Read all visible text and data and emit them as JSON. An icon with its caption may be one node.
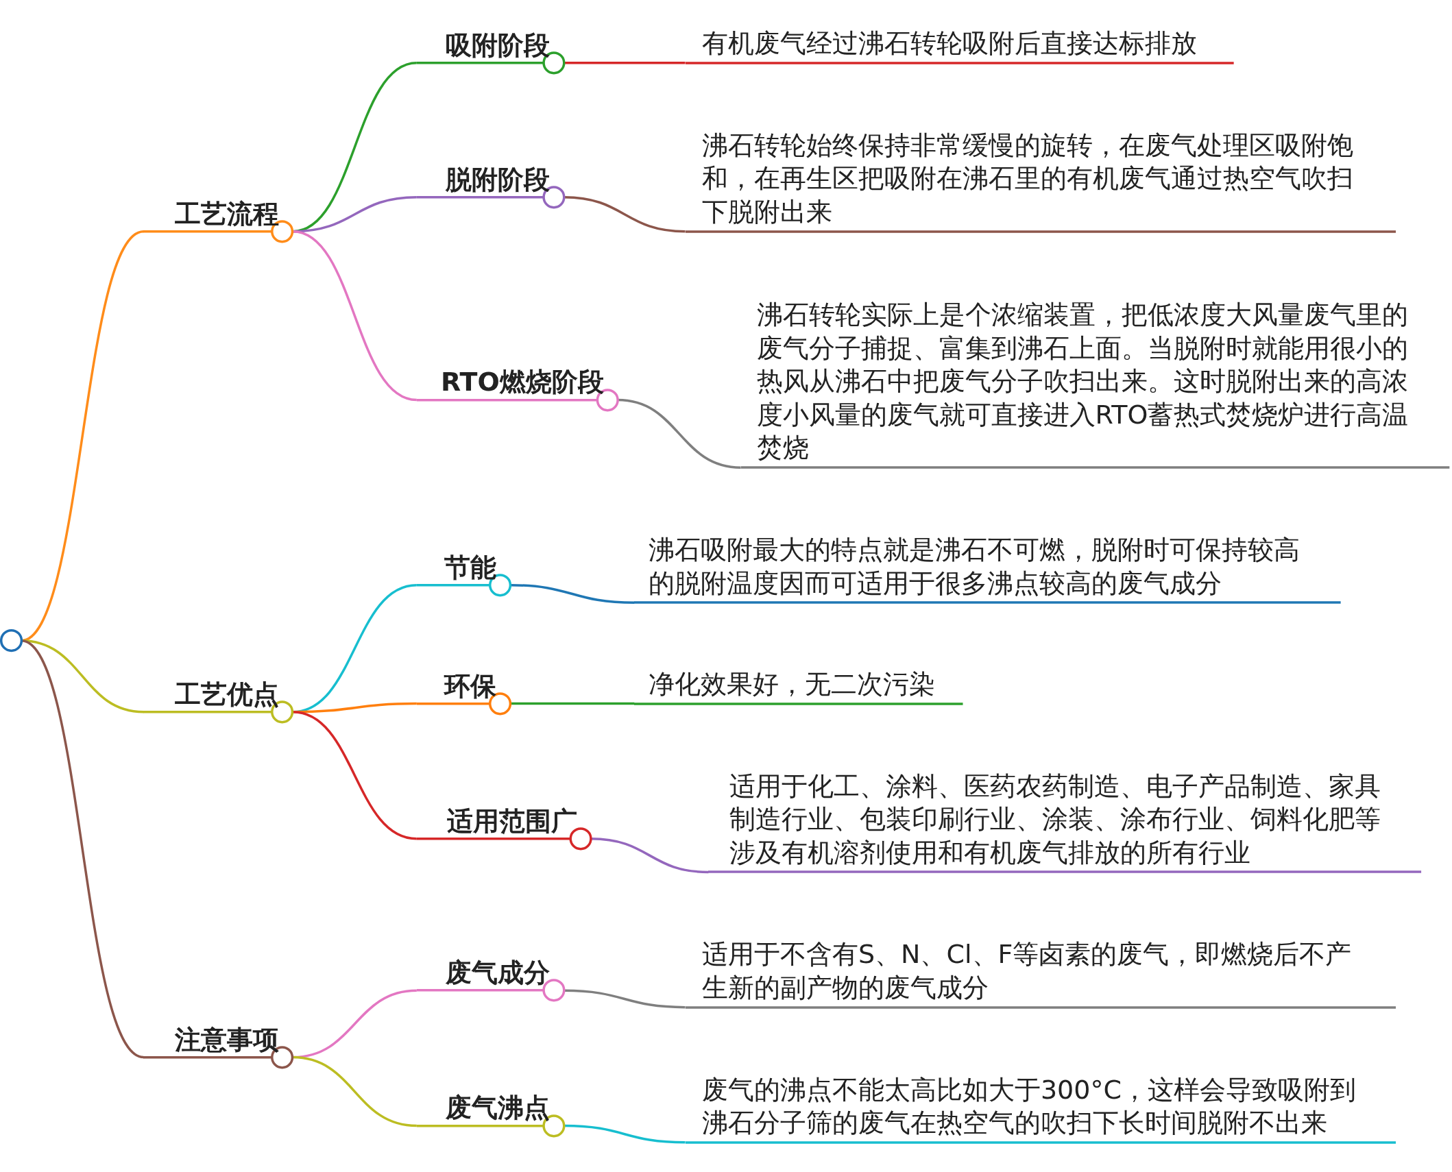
{
  "diagram": {
    "nodes": [
      {
        "text": [],
        "shape": "circle"
      },
      {
        "text": [
          "工艺流程"
        ]
      },
      {
        "text": [
          "吸附阶段"
        ]
      },
      {
        "text": [
          "有机废气经过沸石转轮吸附后直接达标排放"
        ]
      },
      {
        "text": [
          "脱附阶段"
        ]
      },
      {
        "text": [
          "沸石转轮始终保持非常缓慢的旋转，在废气处理区吸附饱和，在再生区把吸附在沸石里的有机废气通过热空气吹扫下脱附出来"
        ]
      },
      {
        "text": [
          "RTO燃烧阶段"
        ]
      },
      {
        "text": [
          "沸石转轮实际上是个浓缩装置，把低浓度大风量废气里的废气分子捕捉、富集到沸石上面。当脱附时就能用很小的热风从沸石中把废气分子吹扫出来。这时脱附出来的高浓度小风量的废气就可直接进入RTO蓄热式焚烧炉进行高温焚烧"
        ]
      },
      {
        "text": [
          "工艺优点"
        ]
      },
      {
        "text": [
          "节能"
        ]
      },
      {
        "text": [
          "沸石吸附最大的特点就是沸石不可燃，脱附时可保持较高的脱附温度因而可适用于很多沸点较高的废气成分"
        ]
      },
      {
        "text": [
          "环保"
        ]
      },
      {
        "text": [
          "净化效果好，无二次污染"
        ]
      },
      {
        "text": [
          "适用范围广"
        ]
      },
      {
        "text": [
          "适用于化工、涂料、医药农药制造、电子产品制造、家具制造行业、包装印刷行业、涂装、涂布行业、饲料化肥等涉及有机溶剂使用和有机废气排放的所有行业"
        ]
      },
      {
        "text": [
          "注意事项"
        ]
      },
      {
        "text": [
          "废气成分"
        ]
      },
      {
        "text": [
          "适用于不含有S、N、Cl、F等卤素的废气，即燃烧后不产生新的副产物的废气成分"
        ]
      },
      {
        "text": [
          "废气沸点"
        ]
      },
      {
        "text": [
          "废气的沸点不能太高比如大于300°C，这样会导致吸附到沸石分子筛的废气在热空气的吹扫下长时间脱附不出来"
        ]
      }
    ],
    "edges": [
      {
        "from": 0,
        "to": 1,
        "arrow": "none",
        "color": "#ff8c1a"
      },
      {
        "from": 1,
        "to": 2,
        "arrow": "none",
        "color": "#2ca02c"
      },
      {
        "from": 2,
        "to": 3,
        "arrow": "none",
        "color": "#d62728"
      },
      {
        "from": 1,
        "to": 4,
        "arrow": "none",
        "color": "#9467bd"
      },
      {
        "from": 4,
        "to": 5,
        "arrow": "none",
        "color": "#8c564b"
      },
      {
        "from": 1,
        "to": 6,
        "arrow": "none",
        "color": "#e377c2"
      },
      {
        "from": 6,
        "to": 7,
        "arrow": "none",
        "color": "#7f7f7f"
      },
      {
        "from": 0,
        "to": 8,
        "arrow": "none",
        "color": "#bcbd22"
      },
      {
        "from": 8,
        "to": 9,
        "arrow": "none",
        "color": "#17becf"
      },
      {
        "from": 9,
        "to": 10,
        "arrow": "none",
        "color": "#1f77b4"
      },
      {
        "from": 8,
        "to": 11,
        "arrow": "none",
        "color": "#ff7f0e"
      },
      {
        "from": 11,
        "to": 12,
        "arrow": "none",
        "color": "#2ca02c"
      },
      {
        "from": 8,
        "to": 13,
        "arrow": "none",
        "color": "#d62728"
      },
      {
        "from": 13,
        "to": 14,
        "arrow": "none",
        "color": "#9467bd"
      },
      {
        "from": 0,
        "to": 15,
        "arrow": "none",
        "color": "#8c564b"
      },
      {
        "from": 15,
        "to": 16,
        "arrow": "none",
        "color": "#e377c2"
      },
      {
        "from": 16,
        "to": 17,
        "arrow": "none",
        "color": "#7f7f7f"
      },
      {
        "from": 15,
        "to": 18,
        "arrow": "none",
        "color": "#bcbd22"
      },
      {
        "from": 18,
        "to": 19,
        "arrow": "none",
        "color": "#17becf"
      }
    ]
  }
}
